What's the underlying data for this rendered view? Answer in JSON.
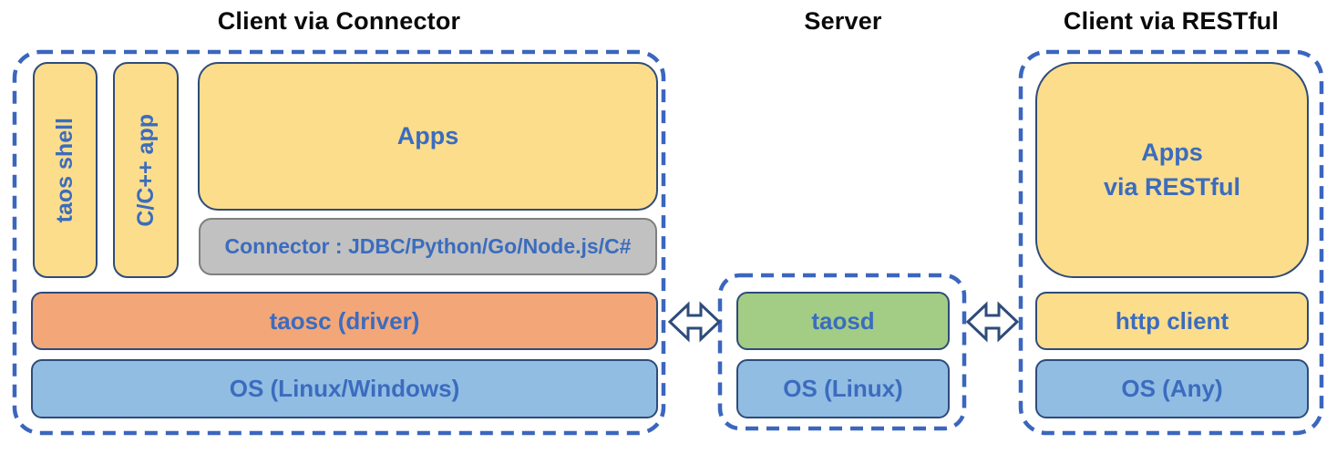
{
  "colors": {
    "yellow_fill": "#FBDD8C",
    "orange_fill": "#F3A677",
    "blue_fill": "#92BDE3",
    "green_fill": "#A3CC84",
    "gray_fill": "#C1C1C1",
    "gray_border": "#7F7F7F",
    "navy_border": "#2E4B7A",
    "dashed_border_blue": "#3B66BE",
    "label_blue": "#3B6CBE",
    "title_black": "#0a0a0a"
  },
  "groups": {
    "client_connector": {
      "title": "Client via Connector",
      "boxes": {
        "taos_shell": "taos shell",
        "cpp_app": "C/C++ app",
        "apps": "Apps",
        "connector": "Connector : JDBC/Python/Go/Node.js/C#",
        "taosc": "taosc (driver)",
        "os": "OS (Linux/Windows)"
      }
    },
    "server": {
      "title": "Server",
      "boxes": {
        "taosd": "taosd",
        "os": "OS (Linux)"
      }
    },
    "client_restful": {
      "title": "Client via RESTful",
      "boxes": {
        "apps": "Apps\nvia RESTful",
        "http_client": "http client",
        "os": "OS (Any)"
      }
    }
  },
  "icons": {
    "left_link": "double-headed-arrow",
    "right_link": "double-headed-arrow"
  }
}
